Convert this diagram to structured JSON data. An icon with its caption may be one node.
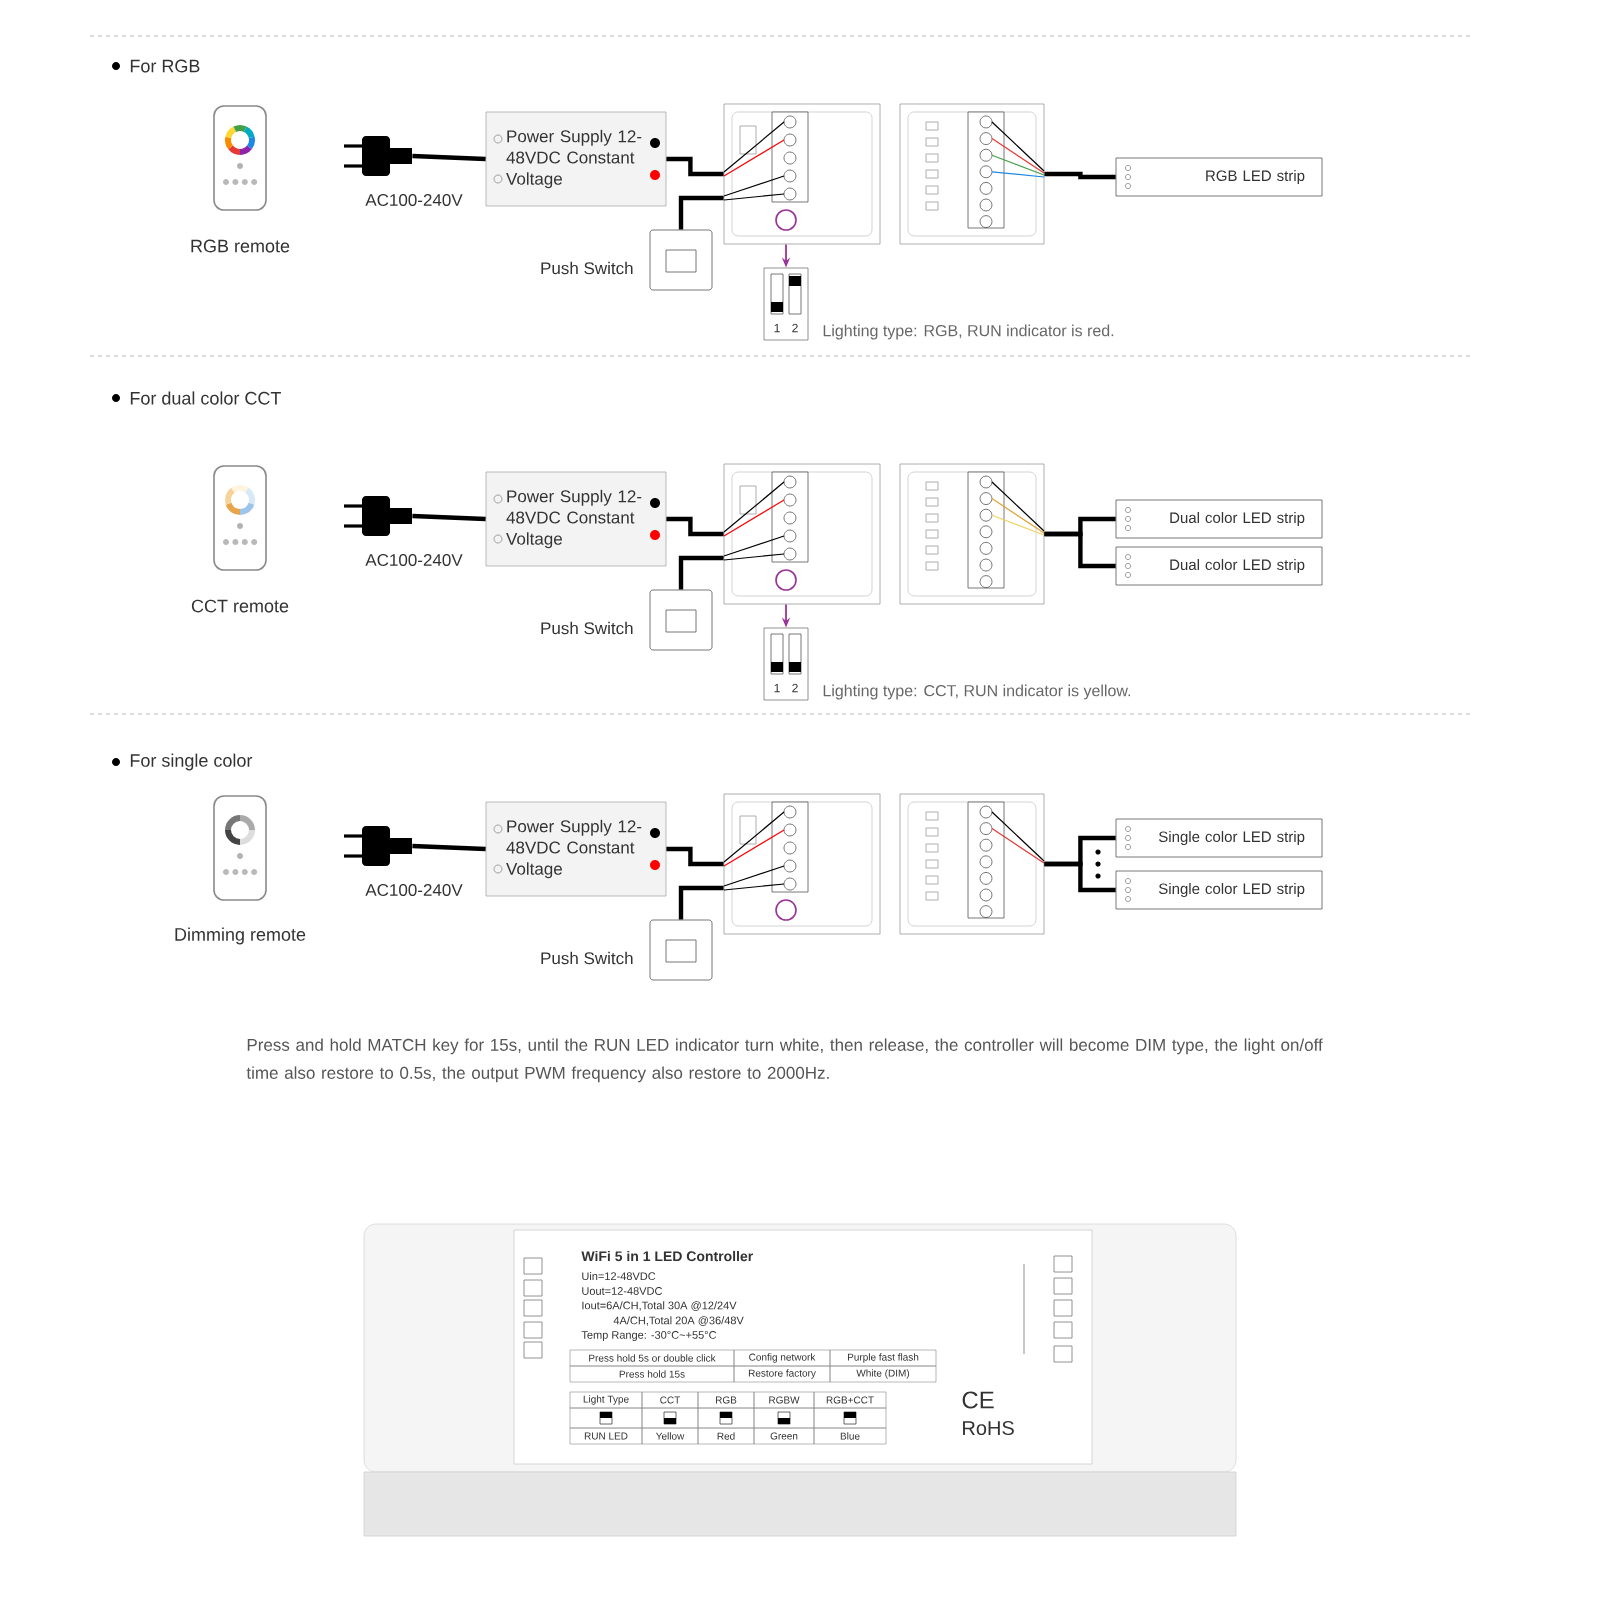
{
  "diagram": {
    "nodes": [
      {
        "text": [
          "RGB remote"
        ]
      },
      {
        "text": [],
        "shape": "picture",
        "beside": [
          "AC100-240V"
        ]
      },
      {
        "text": [
          "Power Supply 12-48VDC Constant Voltage"
        ]
      },
      {
        "text": [],
        "shape": "picture"
      },
      {
        "text": [
          "RGB LED strip"
        ]
      },
      {
        "text": [],
        "shape": "picture",
        "beside": [
          "Push Switch"
        ]
      },
      {
        "text": [
          "1",
          "2"
        ],
        "beside": [
          "Lighting type: RGB, RUN indicator is red."
        ]
      },
      {
        "text": [
          "CCT remote"
        ]
      },
      {
        "text": [],
        "shape": "picture",
        "beside": [
          "AC100-240V"
        ]
      },
      {
        "text": [
          "Power Supply 12-48VDC Constant Voltage"
        ]
      },
      {
        "text": [],
        "shape": "picture"
      },
      {
        "text": [
          "Dual color LED strip"
        ]
      },
      {
        "text": [
          "Dual color LED strip"
        ]
      },
      {
        "text": [],
        "shape": "picture",
        "beside": [
          "Push Switch"
        ]
      },
      {
        "text": [
          "1",
          "2"
        ],
        "beside": [
          "Lighting type: CCT, RUN indicator is yellow."
        ]
      },
      {
        "text": [
          "Dimming remote"
        ]
      },
      {
        "text": [],
        "shape": "picture",
        "beside": [
          "AC100-240V"
        ]
      },
      {
        "text": [
          "Power Supply 12-48VDC Constant Voltage"
        ]
      },
      {
        "text": [],
        "shape": "picture"
      },
      {
        "text": [
          "Single color LED strip"
        ]
      },
      {
        "text": [
          "Single color LED strip"
        ]
      },
      {
        "text": [],
        "shape": "picture",
        "beside": [
          "Push Switch"
        ]
      }
    ],
    "edges": [
      {
        "from": 1,
        "to": 2,
        "arrow": "none"
      },
      {
        "from": 2,
        "to": 3,
        "arrow": "none"
      },
      {
        "from": 5,
        "to": 3,
        "arrow": "none"
      },
      {
        "from": 3,
        "to": 4,
        "arrow": "none"
      },
      {
        "from": 3,
        "to": 6,
        "arrow": "to",
        "color": "#993399"
      },
      {
        "from": 8,
        "to": 9,
        "arrow": "none"
      },
      {
        "from": 9,
        "to": 10,
        "arrow": "none"
      },
      {
        "from": 13,
        "to": 10,
        "arrow": "none"
      },
      {
        "from": 10,
        "to": 11,
        "arrow": "none"
      },
      {
        "from": 10,
        "to": 12,
        "arrow": "none"
      },
      {
        "from": 10,
        "to": 14,
        "arrow": "to",
        "color": "#993399"
      },
      {
        "from": 16,
        "to": 17,
        "arrow": "none"
      },
      {
        "from": 17,
        "to": 18,
        "arrow": "none"
      },
      {
        "from": 21,
        "to": 18,
        "arrow": "none"
      },
      {
        "from": 18,
        "to": 19,
        "arrow": "none"
      },
      {
        "from": 18,
        "to": 20,
        "arrow": "none"
      }
    ],
    "labels": [
      "For RGB",
      "For dual color CCT",
      "For single color",
      "Press and hold MATCH key for 15s, until the RUN LED indicator turn white, then release, the controller will become DIM type, the light on/off time also restore to 0.5s, the output PWM frequency also restore to 2000Hz.",
      "WiFi 5 in 1 LED Controller",
      "Uin=12-48VDC",
      "Uout=12-48VDC",
      "Iout=6A/CH,Total 30A @12/24V",
      "4A/CH,Total 20A @36/48V",
      "Temp Range: -30°C~+55°C",
      "Press hold 5s or double click",
      "Config network",
      "Purple fast flash",
      "Press hold 15s",
      "Restore factory",
      "White (DIM)",
      "Light Type",
      "CCT",
      "RGB",
      "RGBW",
      "RGB+CCT",
      "RUN LED",
      "Yellow",
      "Red",
      "Green",
      "Blue",
      "CE",
      "RoHS"
    ]
  }
}
